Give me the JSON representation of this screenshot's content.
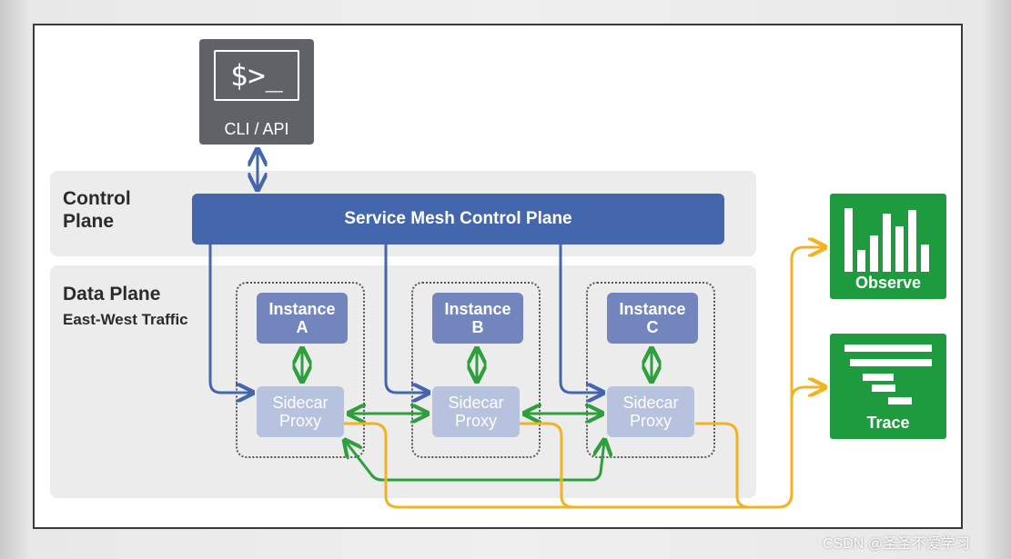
{
  "cli": {
    "prompt": "$>_",
    "label": "CLI / API"
  },
  "control_plane": {
    "title": "Control\nPlane",
    "bar_label": "Service Mesh Control Plane"
  },
  "data_plane": {
    "title": "Data Plane",
    "subtitle": "East-West Traffic"
  },
  "instances": [
    {
      "line1": "Instance",
      "line2": "A",
      "proxy1": "Sidecar",
      "proxy2": "Proxy"
    },
    {
      "line1": "Instance",
      "line2": "B",
      "proxy1": "Sidecar",
      "proxy2": "Proxy"
    },
    {
      "line1": "Instance",
      "line2": "C",
      "proxy1": "Sidecar",
      "proxy2": "Proxy"
    }
  ],
  "observe": {
    "label": "Observe"
  },
  "trace": {
    "label": "Trace"
  },
  "watermark": "CSDN @圣圣不爱学习",
  "colors": {
    "control_blue": "#4466ad",
    "instance": "#7385bd",
    "proxy": "#b7c2de",
    "green": "#1e9a3f",
    "east_west": "#2e9e3e",
    "telemetry": "#f0b323",
    "cli": "#5f6267"
  }
}
